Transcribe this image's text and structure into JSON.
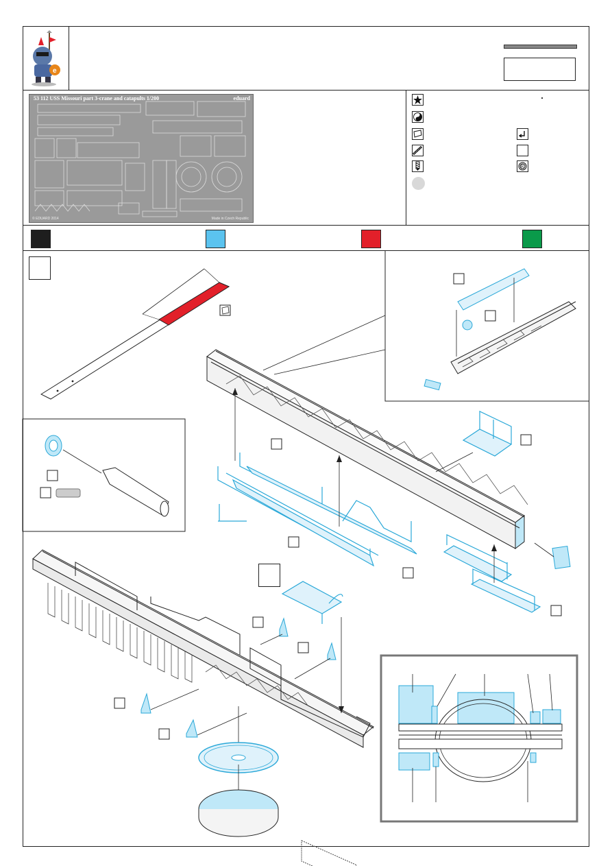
{
  "header": {
    "mascot": "knight-mascot-logo"
  },
  "sheet": {
    "title": "53 112 USS Missouri part 3-crane and catapults 1/200",
    "brand": "eduard",
    "copyright": "© EDUARD 2014",
    "made_in": "Made in Czech Republic"
  },
  "legend": {
    "icons": [
      "star-icon",
      "yin-yang-icon",
      "bend-paper-icon",
      "bend-arrow-icon",
      "file-icon",
      "blank-square-icon",
      "drill-icon",
      "roll-icon",
      "grey-circle-icon"
    ]
  },
  "colors": {
    "black": "#1e1e1e",
    "blue": "#5bc3ef",
    "red": "#e2202a",
    "green": "#0a9a4a",
    "pe_blue": "#2aa8d8"
  }
}
